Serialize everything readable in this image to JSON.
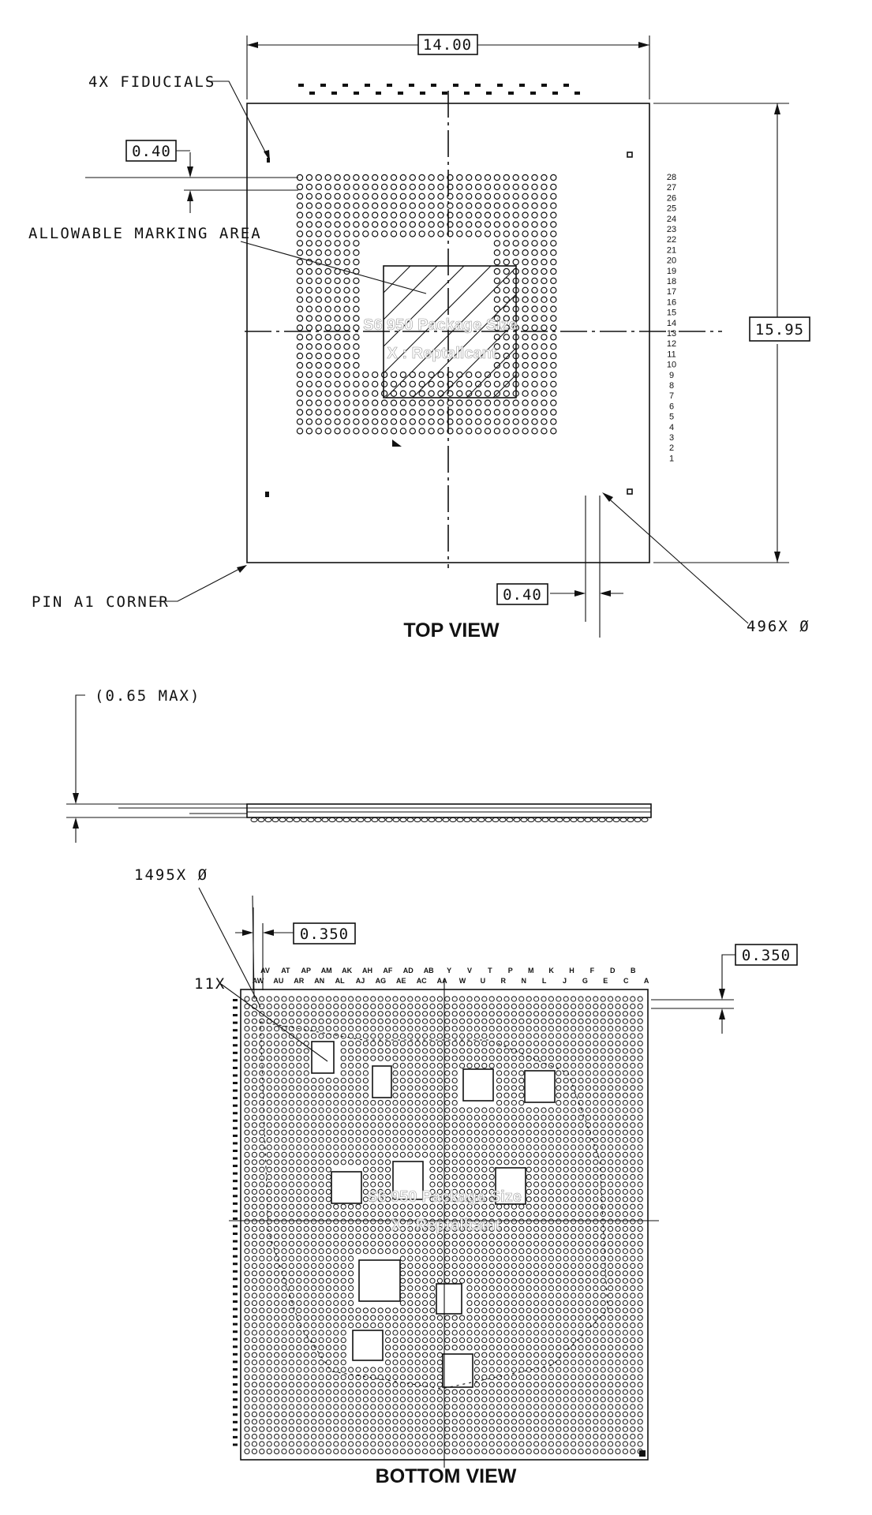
{
  "top_view": {
    "title": "TOP VIEW",
    "dim_width": "14.00",
    "dim_height": "15.95",
    "dim_pitch_top": "0.40",
    "dim_pitch_bottom": "0.40",
    "label_fiducials": "4X FIDUCIALS",
    "label_marking": "ALLOWABLE MARKING AREA",
    "label_pin_corner": "PIN A1 CORNER",
    "label_ball_count": "496X Ø",
    "row_numbers": [
      "28",
      "27",
      "26",
      "25",
      "24",
      "23",
      "22",
      "21",
      "20",
      "19",
      "18",
      "17",
      "16",
      "15",
      "14",
      "13",
      "12",
      "11",
      "10",
      "9",
      "8",
      "7",
      "6",
      "5",
      "4",
      "3",
      "2",
      "1"
    ]
  },
  "side_view": {
    "label_height": "(0.65 MAX)"
  },
  "bottom_view": {
    "title": "BOTTOM VIEW",
    "label_ball_count": "1495X Ø",
    "label_11x": "11X",
    "dim_pitch_left": "0.350",
    "dim_pitch_right": "0.350",
    "col_letters_upper": [
      "AV",
      "AT",
      "AP",
      "AM",
      "AK",
      "AH",
      "AF",
      "AD",
      "AB",
      "Y",
      "V",
      "T",
      "P",
      "M",
      "K",
      "H",
      "F",
      "D",
      "B"
    ],
    "col_letters_lower": [
      "AW",
      "AU",
      "AR",
      "AN",
      "AL",
      "AJ",
      "AG",
      "AE",
      "AC",
      "AA",
      "W",
      "U",
      "R",
      "N",
      "L",
      "J",
      "G",
      "E",
      "C",
      "A"
    ]
  },
  "watermark": {
    "line1": "S6 950 Package Size",
    "line2": "X : Reptallcant",
    "line3": "S6 950 Package Size",
    "line4": "X : Reptallcant"
  }
}
